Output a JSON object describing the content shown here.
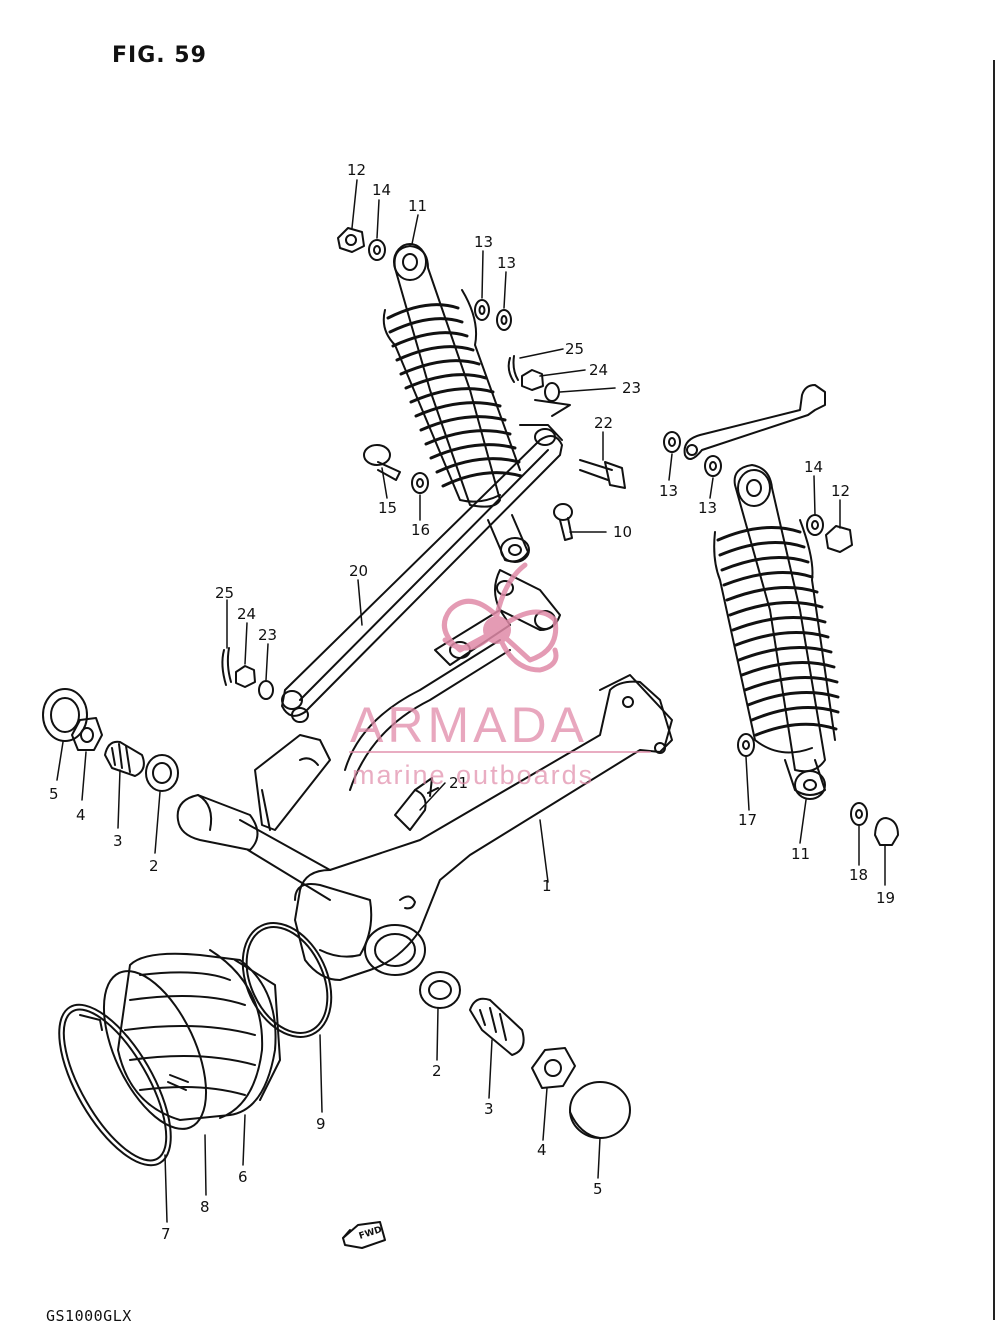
{
  "figure": {
    "title": "FIG. 59",
    "model": "GS1000GLX",
    "fwd_label": "FWD"
  },
  "watermark": {
    "brand": "ARMADA",
    "tagline": "marine outboards",
    "color": "#e08aa8"
  },
  "callouts": [
    {
      "id": "c12a",
      "text": "12"
    },
    {
      "id": "c14a",
      "text": "14"
    },
    {
      "id": "c11a",
      "text": "11"
    },
    {
      "id": "c13a",
      "text": "13"
    },
    {
      "id": "c13b",
      "text": "13"
    },
    {
      "id": "c25a",
      "text": "25"
    },
    {
      "id": "c24a",
      "text": "24"
    },
    {
      "id": "c23a",
      "text": "23"
    },
    {
      "id": "c22",
      "text": "22"
    },
    {
      "id": "c15",
      "text": "15"
    },
    {
      "id": "c16",
      "text": "16"
    },
    {
      "id": "c10",
      "text": "10"
    },
    {
      "id": "c13c",
      "text": "13"
    },
    {
      "id": "c13d",
      "text": "13"
    },
    {
      "id": "c14b",
      "text": "14"
    },
    {
      "id": "c12b",
      "text": "12"
    },
    {
      "id": "c20",
      "text": "20"
    },
    {
      "id": "c25b",
      "text": "25"
    },
    {
      "id": "c24b",
      "text": "24"
    },
    {
      "id": "c23b",
      "text": "23"
    },
    {
      "id": "c5a",
      "text": "5"
    },
    {
      "id": "c4a",
      "text": "4"
    },
    {
      "id": "c3a",
      "text": "3"
    },
    {
      "id": "c2a",
      "text": "2"
    },
    {
      "id": "c21",
      "text": "21"
    },
    {
      "id": "c1",
      "text": "1"
    },
    {
      "id": "c17",
      "text": "17"
    },
    {
      "id": "c11b",
      "text": "11"
    },
    {
      "id": "c18",
      "text": "18"
    },
    {
      "id": "c19",
      "text": "19"
    },
    {
      "id": "c2b",
      "text": "2"
    },
    {
      "id": "c3b",
      "text": "3"
    },
    {
      "id": "c4b",
      "text": "4"
    },
    {
      "id": "c5b",
      "text": "5"
    },
    {
      "id": "c9",
      "text": "9"
    },
    {
      "id": "c6",
      "text": "6"
    },
    {
      "id": "c8",
      "text": "8"
    },
    {
      "id": "c7",
      "text": "7"
    }
  ]
}
